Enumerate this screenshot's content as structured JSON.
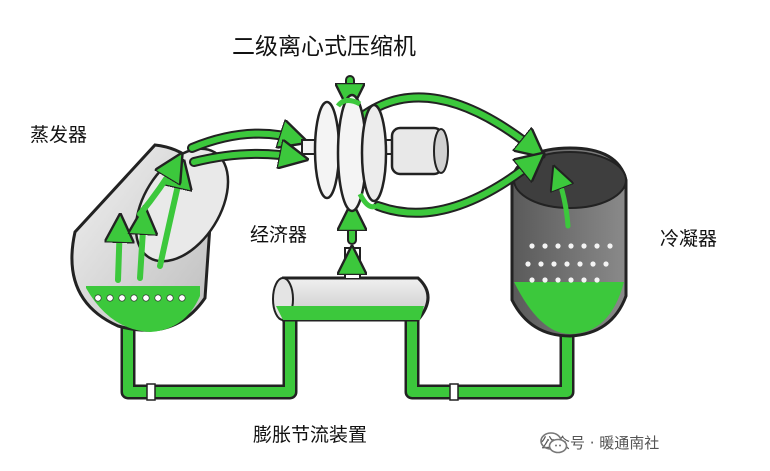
{
  "labels": {
    "compressor": "二级离心式压缩机",
    "evaporator": "蒸发器",
    "economizer": "经济器",
    "condenser": "冷凝器",
    "expansion_valve": "膨胀节流装置"
  },
  "watermark": {
    "text": "公众号 · 暖通南社",
    "icon": "wechat-icon"
  },
  "colors": {
    "refrigerant": "#3cc83c",
    "outline": "#222222",
    "evaporator_shell": "#d9d9d9",
    "condenser_shell": "#6f6f6f"
  }
}
